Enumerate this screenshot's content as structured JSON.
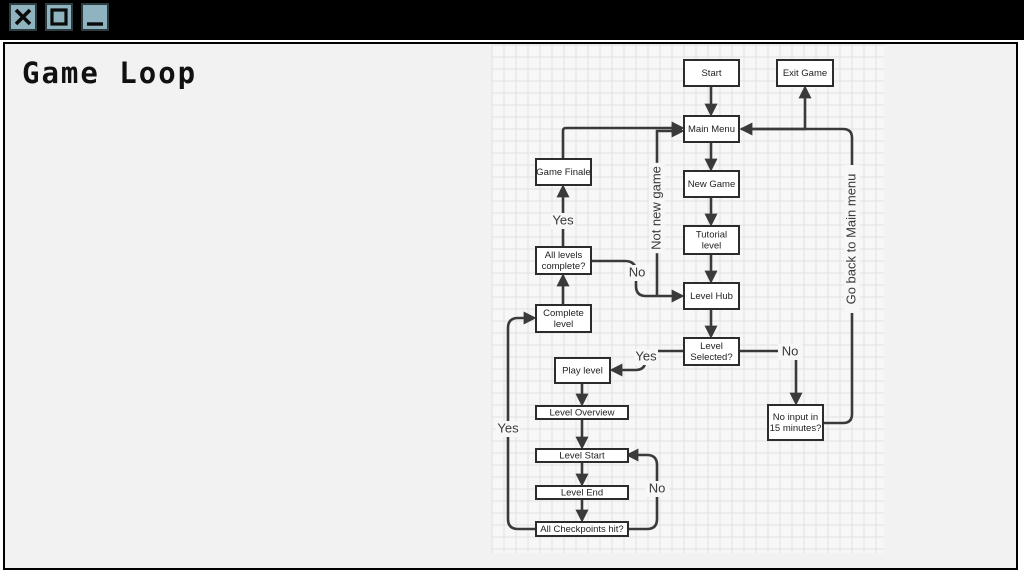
{
  "window": {
    "controls": [
      {
        "name": "close-button",
        "icon": "close-icon"
      },
      {
        "name": "maximize-button",
        "icon": "maximize-icon"
      },
      {
        "name": "minimize-button",
        "icon": "minimize-icon"
      }
    ],
    "accent": "#8fb3bf"
  },
  "page": {
    "title": "Game Loop"
  },
  "flowchart": {
    "nodes": {
      "start": "Start",
      "exit_game": "Exit Game",
      "main_menu": "Main Menu",
      "new_game": "New Game",
      "tutorial_level": [
        "Tutorial",
        "level"
      ],
      "level_hub": "Level Hub",
      "level_selected": [
        "Level",
        "Selected?"
      ],
      "game_finale": "Game Finale",
      "all_levels_complete": [
        "All levels",
        "complete?"
      ],
      "complete_level": [
        "Complete",
        "level"
      ],
      "play_level": "Play level",
      "level_overview": "Level Overview",
      "level_start": "Level Start",
      "level_end": "Level End",
      "all_checkpoints_hit": "All Checkpoints hit?",
      "no_input": [
        "No input in",
        "15 minutes?"
      ]
    },
    "edge_labels": {
      "finale_yes": "Yes",
      "levels_no": "No",
      "not_new_game": "Not new game",
      "selected_yes": "Yes",
      "selected_no": "No",
      "back_to_menu": "Go back to Main menu",
      "checkpoints_yes": "Yes",
      "checkpoints_no": "No"
    }
  }
}
